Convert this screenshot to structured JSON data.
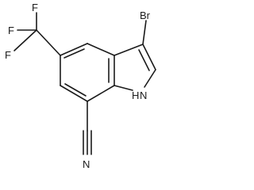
{
  "molecule": {
    "atoms": {
      "br": "Br",
      "nh": "H",
      "n_indole": "N",
      "n_nitrile": "N",
      "f1": "F",
      "f2": "F",
      "f3": "F"
    }
  }
}
